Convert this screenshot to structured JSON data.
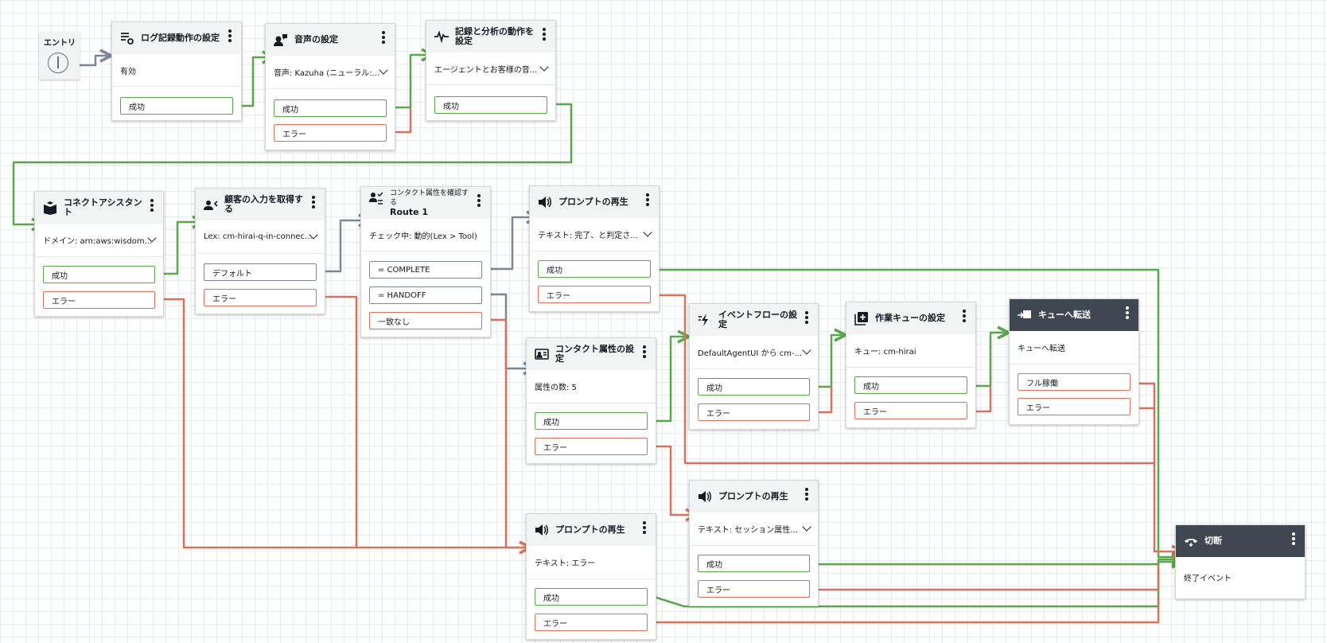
{
  "entry": {
    "label": "エントリ"
  },
  "blocks": {
    "log": {
      "title": "ログ記録動作の設定",
      "param": "有効",
      "branches": [
        "成功"
      ]
    },
    "voice": {
      "title": "音声の設定",
      "param": "音声: Kazuha (ニューラル:...",
      "branches": [
        "成功",
        "エラー"
      ]
    },
    "rec": {
      "title": "記録と分析の動作を設定",
      "param": "エージェントとお客様の音...",
      "branches": [
        "成功"
      ]
    },
    "ca": {
      "title": "コネクトアシスタント",
      "param": "ドメイン: arn:aws:wisdom...",
      "branches": [
        "成功",
        "エラー"
      ]
    },
    "input": {
      "title": "顧客の入力を取得する",
      "param": "Lex: cm-hirai-q-in-connec...",
      "branches": [
        "デフォルト",
        "エラー"
      ]
    },
    "check": {
      "title_small": "コンタクト属性を確認する",
      "title": "Route 1",
      "param": "チェック中: 動的(Lex > Tool)",
      "branches": [
        "= COMPLETE",
        "= HANDOFF",
        "一致なし"
      ]
    },
    "play1": {
      "title": "プロンプトの再生",
      "param": "テキスト: 完了、と判定さ...",
      "branches": [
        "成功",
        "エラー"
      ]
    },
    "attr": {
      "title": "コンタクト属性の設定",
      "param": "属性の数: 5",
      "branches": [
        "成功",
        "エラー"
      ]
    },
    "event": {
      "title": "イベントフローの設定",
      "param": "DefaultAgentUI から cm-...",
      "branches": [
        "成功",
        "エラー"
      ]
    },
    "queue": {
      "title": "作業キューの設定",
      "param": "キュー: cm-hirai",
      "branches": [
        "成功",
        "エラー"
      ]
    },
    "xfer": {
      "title": "キューへ転送",
      "param": "キューへ転送",
      "branches": [
        "フル稼働",
        "エラー"
      ]
    },
    "play2": {
      "title": "プロンプトの再生",
      "param": "テキスト: セッション属性...",
      "branches": [
        "成功",
        "エラー"
      ]
    },
    "play3": {
      "title": "プロンプトの再生",
      "param": "テキスト: エラー",
      "branches": [
        "成功",
        "エラー"
      ]
    },
    "disc": {
      "title": "切断",
      "param": "終了イベント"
    }
  },
  "colors": {
    "success": "#5aa64c",
    "error": "#d9715d",
    "default": "#7b8797",
    "canvas_grid": "#e9ecef",
    "dark_header": "#414750"
  },
  "icons": {
    "log": "log-settings-icon",
    "voice": "voice-icon",
    "rec": "waveform-icon",
    "ca": "book-icon",
    "input": "customer-input-icon",
    "check": "check-attributes-icon",
    "play": "speaker-icon",
    "attr": "id-card-icon",
    "event": "lightning-icon",
    "queue": "add-queue-icon",
    "xfer": "transfer-icon",
    "disc": "hangup-icon"
  }
}
